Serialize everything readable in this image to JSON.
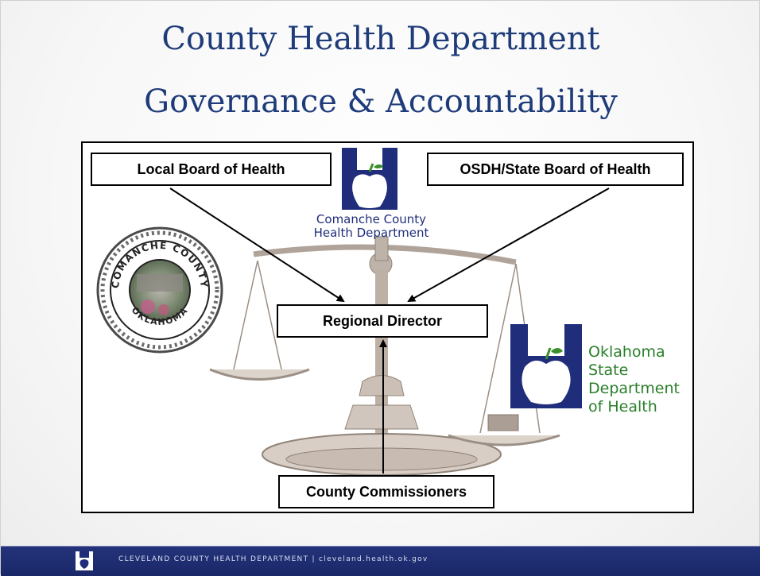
{
  "slide": {
    "title_line1": "County Health Department",
    "title_line2": "Governance & Accountability"
  },
  "diagram": {
    "boxes": {
      "local_board": "Local Board of Health",
      "state_board": "OSDH/State Board of Health",
      "regional_director": "Regional Director",
      "commissioners": "County Commissioners"
    },
    "comanche_logo": {
      "line1": "Comanche County",
      "line2": "Health Department"
    },
    "county_seal": {
      "top_text": "COMANCHE COUNTY",
      "bottom_text": "OKLAHOMA"
    },
    "osdh_logo": {
      "line1": "Oklahoma",
      "line2": "State",
      "line3": "Department",
      "line4": "of Health"
    },
    "colors": {
      "logo_navy": "#1f2d7b",
      "osdh_green": "#2a7f2a",
      "title_blue": "#1f3c7a"
    }
  },
  "footer": {
    "text": "CLEVELAND COUNTY HEALTH DEPARTMENT | cleveland.health.ok.gov"
  }
}
